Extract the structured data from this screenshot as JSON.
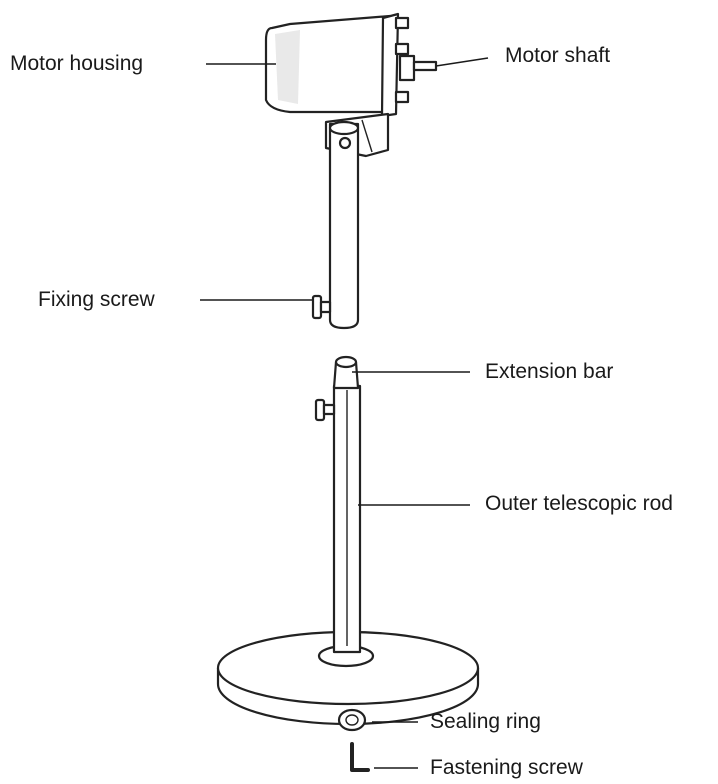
{
  "labels": {
    "motor_housing": "Motor housing",
    "motor_shaft": "Motor shaft",
    "fixing_screw": "Fixing screw",
    "extension_bar": "Extension bar",
    "outer_telescopic_rod": "Outer telescopic rod",
    "sealing_ring": "Sealing ring",
    "fastening_screw": "Fastening screw"
  }
}
